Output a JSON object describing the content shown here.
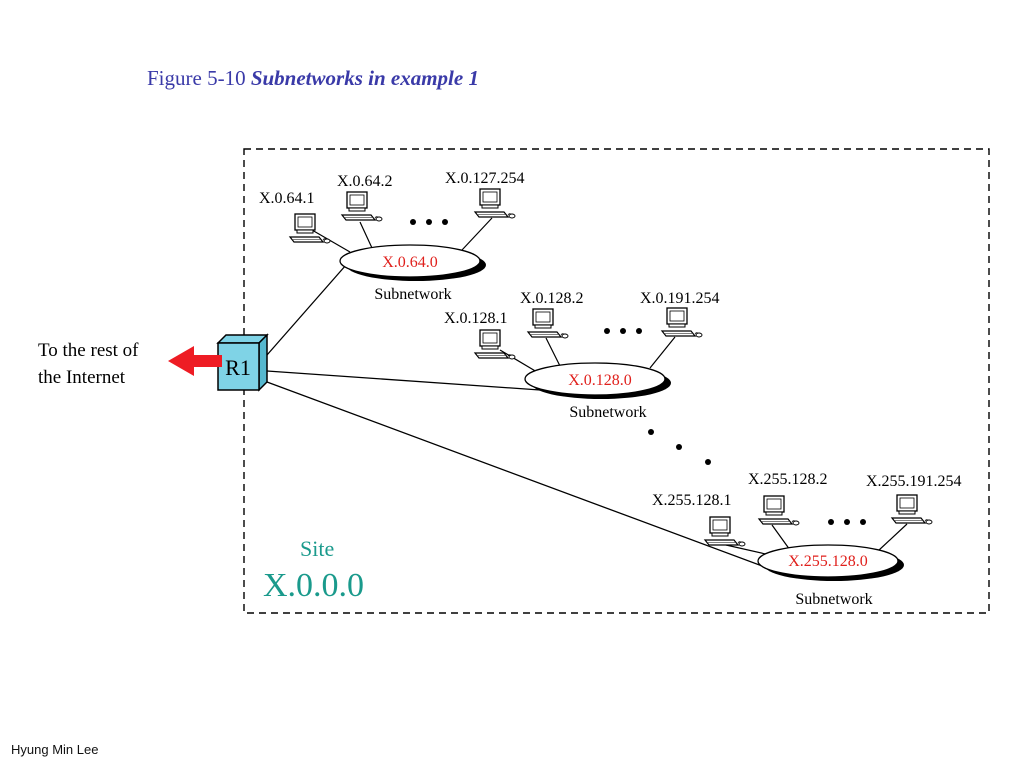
{
  "title": {
    "prefix": "Figure  5-10",
    "italic": "Subnetworks in example 1"
  },
  "footer": {
    "author": "Hyung Min Lee"
  },
  "colors": {
    "title": "#3a3aa8",
    "subnet_id": "#e0201c",
    "site": "#1a9a8c",
    "router_fill": "#7fd3e6",
    "arrow": "#ee1c24"
  },
  "router": {
    "label": "R1"
  },
  "internet_label": {
    "line1": "To the rest of",
    "line2": "the Internet"
  },
  "site": {
    "label": "Site",
    "address": "X.0.0.0"
  },
  "subnets": [
    {
      "network": "X.0.64.0",
      "label": "Subnetwork",
      "hosts": [
        "X.0.64.1",
        "X.0.64.2",
        "X.0.127.254"
      ]
    },
    {
      "network": "X.0.128.0",
      "label": "Subnetwork",
      "hosts": [
        "X.0.128.1",
        "X.0.128.2",
        "X.0.191.254"
      ]
    },
    {
      "network": "X.255.128.0",
      "label": "Subnetwork",
      "hosts": [
        "X.255.128.1",
        "X.255.128.2",
        "X.255.191.254"
      ]
    }
  ]
}
